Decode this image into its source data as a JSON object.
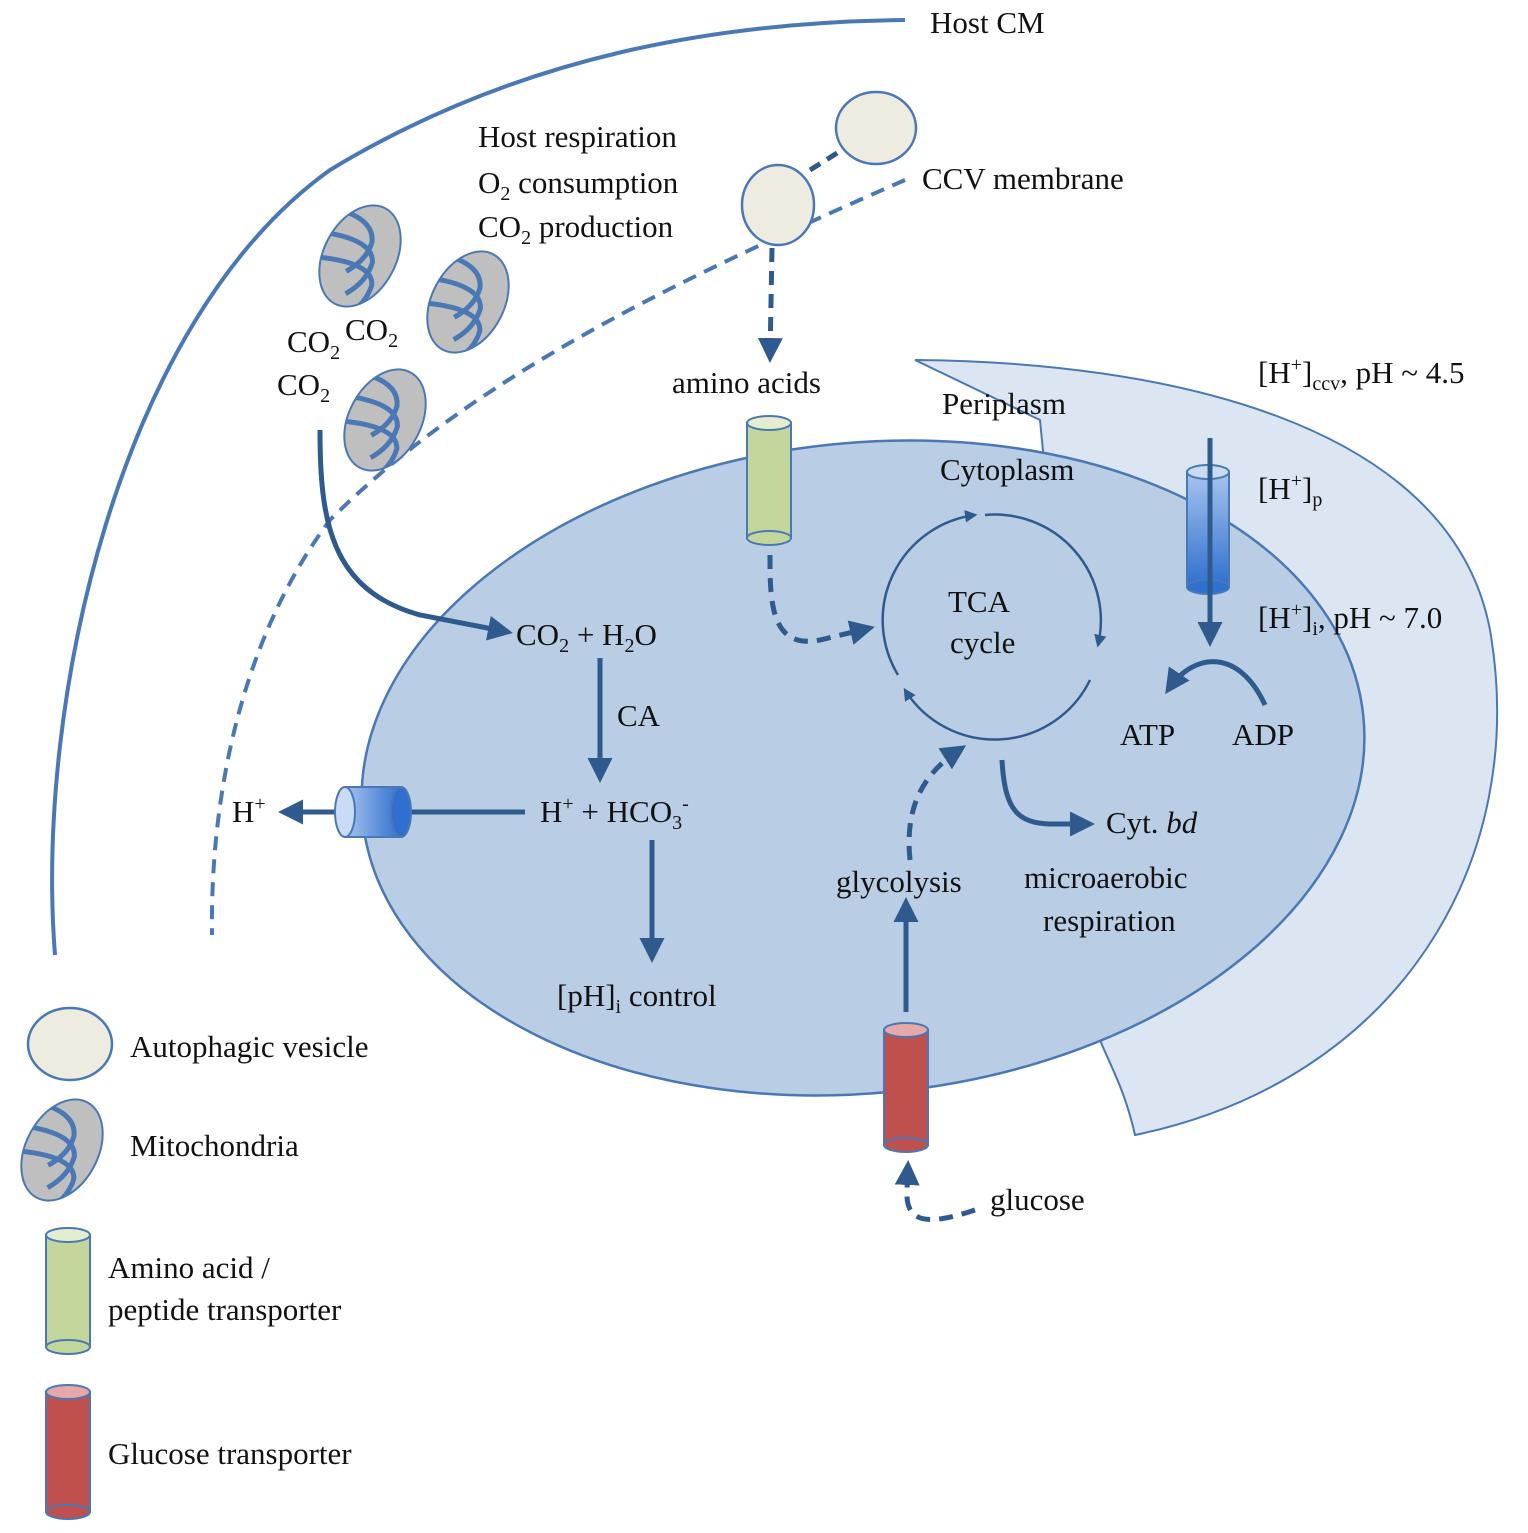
{
  "colors": {
    "membrane": "#4a78b5",
    "arrow": "#2f5a8e",
    "cell_fill": "#b9cde5",
    "cell_stroke": "#4a78b5",
    "periplasm_fill": "#dce6f2",
    "vesicle_fill": "#eeece1",
    "mito_fill": "#bfbfbf",
    "amino_transporter": "#c3d69b",
    "glucose_transporter": "#c0504d",
    "glucose_transporter_top": "#e6a9a7",
    "proton_channel": "#4f86d6"
  },
  "labels": {
    "host_cm": "Host CM",
    "host_resp_1": "Host respiration",
    "host_resp_2_a": "O",
    "host_resp_2_sub": "2",
    "host_resp_2_b": " consumption",
    "host_resp_3_a": "CO",
    "host_resp_3_sub": "2",
    "host_resp_3_b": " production",
    "ccv_membrane": "CCV membrane",
    "co2_a": "CO",
    "co2_a_sub": "2",
    "co2_b": "CO",
    "co2_b_sub": "2",
    "co2_c": "CO",
    "co2_c_sub": "2",
    "amino_acids": "amino acids",
    "h_ccv_a": "[H",
    "h_ccv_sup": "+",
    "h_ccv_b": "]",
    "h_ccv_sub": "ccv",
    "h_ccv_c": ", pH ~ 4.5",
    "periplasm": "Periplasm",
    "cytoplasm": "Cytoplasm",
    "tca_1": "TCA",
    "tca_2": "cycle",
    "hp_a": "[H",
    "hp_sup": "+",
    "hp_b": "]",
    "hp_sub": "p",
    "hi_a": "[H",
    "hi_sup": "+",
    "hi_b": "]",
    "hi_sub": "i",
    "hi_c": ", pH ~ 7.0",
    "co2_h2o_a": "CO",
    "co2_h2o_sub1": "2",
    "co2_h2o_b": " + H",
    "co2_h2o_sub2": "2",
    "co2_h2o_c": "O",
    "ca": "CA",
    "atp": "ATP",
    "adp": "ADP",
    "h_out_a": "H",
    "h_out_sup": "+",
    "hco3_a": "H",
    "hco3_sup1": "+",
    "hco3_b": " + HCO",
    "hco3_sub": "3",
    "hco3_sup2": "-",
    "cyt_bd_a": "Cyt. ",
    "cyt_bd_b": "bd",
    "micro_1": "microaerobic",
    "micro_2": "respiration",
    "glycolysis": "glycolysis",
    "ph_control_a": "[pH]",
    "ph_control_sub": "i",
    "ph_control_b": " control",
    "glucose": "glucose"
  },
  "legend": {
    "autophagic_vesicle": "Autophagic vesicle",
    "mitochondria": "Mitochondria",
    "amino_1": "Amino acid /",
    "amino_2": "peptide transporter",
    "glucose_transporter": "Glucose transporter"
  }
}
